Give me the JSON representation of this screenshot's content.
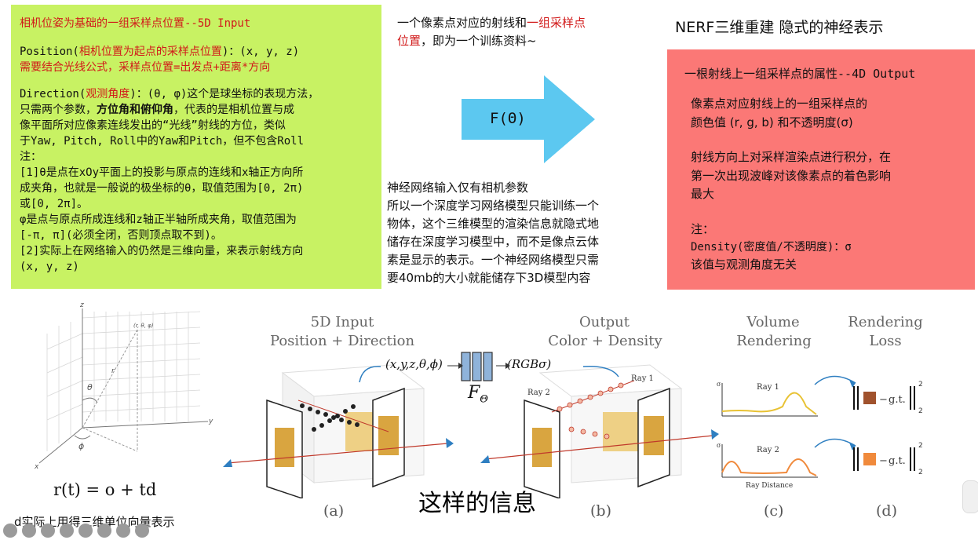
{
  "green_box": {
    "lines": [
      {
        "segments": [
          {
            "text": "相机位姿为基础的一组采样点位置--5D Input",
            "color": "red"
          }
        ]
      },
      {
        "segments": [
          {
            "text": "Position(",
            "color": "black"
          },
          {
            "text": "相机位置为起点的采样点位置",
            "color": "red"
          },
          {
            "text": ")：(x, y, z)",
            "color": "black"
          }
        ]
      },
      {
        "segments": [
          {
            "text": " 需要结合光线公式，采样点位置=出发点+距离*方向",
            "color": "red"
          }
        ]
      },
      {
        "segments": [
          {
            "text": "Direction(",
            "color": "black"
          },
          {
            "text": "观测角度",
            "color": "red"
          },
          {
            "text": ")：(θ, φ)这个是球坐标的表现方法，",
            "color": "black"
          }
        ]
      },
      {
        "segments": [
          {
            "text": "只需两个参数，",
            "color": "black"
          },
          {
            "text": "方位角和俯仰角",
            "color": "black",
            "bold": true
          },
          {
            "text": "，代表的是相机位置与成",
            "color": "black"
          }
        ]
      },
      {
        "segments": [
          {
            "text": "像平面所对应像素连线发出的“光线”射线的方位，类似",
            "color": "black"
          }
        ]
      },
      {
        "segments": [
          {
            "text": "于Yaw, Pitch, Roll中的Yaw和Pitch，但不包含Roll",
            "color": "black"
          }
        ]
      },
      {
        "segments": [
          {
            "text": "注：",
            "color": "black"
          }
        ]
      },
      {
        "segments": [
          {
            "text": "[1]θ是点在xOy平面上的投影与原点的连线和x轴正方向所",
            "color": "black"
          }
        ]
      },
      {
        "segments": [
          {
            "text": "成夹角，也就是一般说的极坐标的θ，取值范围为[0, 2π)",
            "color": "black"
          }
        ]
      },
      {
        "segments": [
          {
            "text": "或[0, 2π]。",
            "color": "black"
          }
        ]
      },
      {
        "segments": [
          {
            "text": "φ是点与原点所成连线和z轴正半轴所成夹角，取值范围为",
            "color": "black"
          }
        ]
      },
      {
        "segments": [
          {
            "text": "[-π, π](必须全闭，否则顶点取不到)。",
            "color": "black"
          }
        ]
      },
      {
        "segments": [
          {
            "text": "[2]实际上在网络输入的仍然是三维向量，来表示射线方向",
            "color": "black"
          }
        ]
      },
      {
        "segments": [
          {
            "text": " (x, y, z)",
            "color": "black"
          }
        ]
      }
    ]
  },
  "middle": {
    "top_line1_a": "一个像素点对应的射线和",
    "top_line1_b": "一组采样",
    "top_line1_c": "点",
    "top_line2_a": "位置",
    "top_line2_b": "，即为一个训练资料~",
    "arrow_label": "F(Θ)",
    "para_title": "神经网络输入仅有相机参数",
    "para_lines": [
      "所以一个深度学习网络模型只能训练一个",
      "物体，这个三维模型的渲染信息就隐式地",
      "储存在深度学习模型中，而不是像点云体",
      "素是显示的表示。一个神经网络模型只需",
      "要40mb的大小就能储存下3D模型内容"
    ]
  },
  "right": {
    "title": "NERF三维重建 隐式的神经表示",
    "box_title": "一根射线上一组采样点的属性--4D Output",
    "lines": [
      "像素点对应射线上的一组采样点的",
      "颜色值 (r, g, b) 和不透明度(σ)",
      "射线方向上对采样渲染点进行积分，在",
      "第一次出现波峰对该像素点的着色影响",
      "最大",
      "注：",
      "Density(密度值/不透明度)：σ",
      "该值与观测角度无关"
    ]
  },
  "figure": {
    "input_title_1": "5D Input",
    "input_title_2": "Position + Direction",
    "output_title_1": "Output",
    "output_title_2": "Color + Density",
    "volume_title_1": "Volume",
    "volume_title_2": "Rendering",
    "loss_title_1": "Rendering",
    "loss_title_2": "Loss",
    "input_tuple": "(x,y,z,θ,ϕ)",
    "output_tuple": "(RGBσ)",
    "network_label": "F",
    "network_sub": "Θ",
    "ray1": "Ray 1",
    "ray2": "Ray 2",
    "ray_distance": "Ray Distance",
    "sigma": "σ",
    "gt": "g.t.",
    "labels": [
      "(a)",
      "(b)",
      "(c)",
      "(d)"
    ],
    "formula": "r(t) = o + td",
    "axis_x": "x",
    "axis_y": "y",
    "axis_z": "z",
    "theta": "θ",
    "phi": "ϕ",
    "r": "r",
    "point_label": "(r, θ, φ)",
    "colors": {
      "ray_red": "#c0392b",
      "arrow_blue": "#2f7fc1",
      "curve": "#e8c234",
      "loss1": "#a0522d",
      "loss2": "#f08a3c"
    }
  },
  "subtitle": "这样的信息",
  "bottom_caption": "d实际上用得三维单位向量表示"
}
